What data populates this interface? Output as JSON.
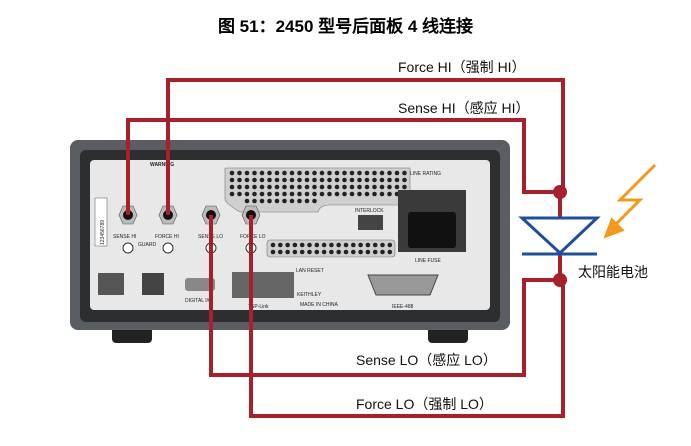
{
  "title": "图 51：2450 型号后面板 4 线连接",
  "labels": {
    "force_hi": "Force HI（强制 HI）",
    "sense_hi": "Sense HI（感应 HI）",
    "sense_lo": "Sense LO（感应 LO）",
    "force_lo": "Force LO（强制 LO）",
    "solar_cell": "太阳能电池"
  },
  "panel": {
    "serial": "123456789",
    "sense_hi": "SENSE HI",
    "force_hi": "FORCE HI",
    "sense_lo": "SENSE LO",
    "force_lo": "FORCE LO",
    "guard": "GUARD",
    "interlock": "INTERLOCK",
    "line_rating": "LINE RATING",
    "line_fuse": "LINE FUSE",
    "digital": "DIGITAL I/O",
    "tsp_link": "TSP-Link",
    "lan_reset": "LAN RESET",
    "ieee": "IEEE-488",
    "warning": "WARNING",
    "brand": "KEITHLEY",
    "made_in": "MADE IN CHINA"
  },
  "colors": {
    "wire": "#a8202c",
    "diode": "#1f4e9c",
    "light": "#f39a1e"
  }
}
